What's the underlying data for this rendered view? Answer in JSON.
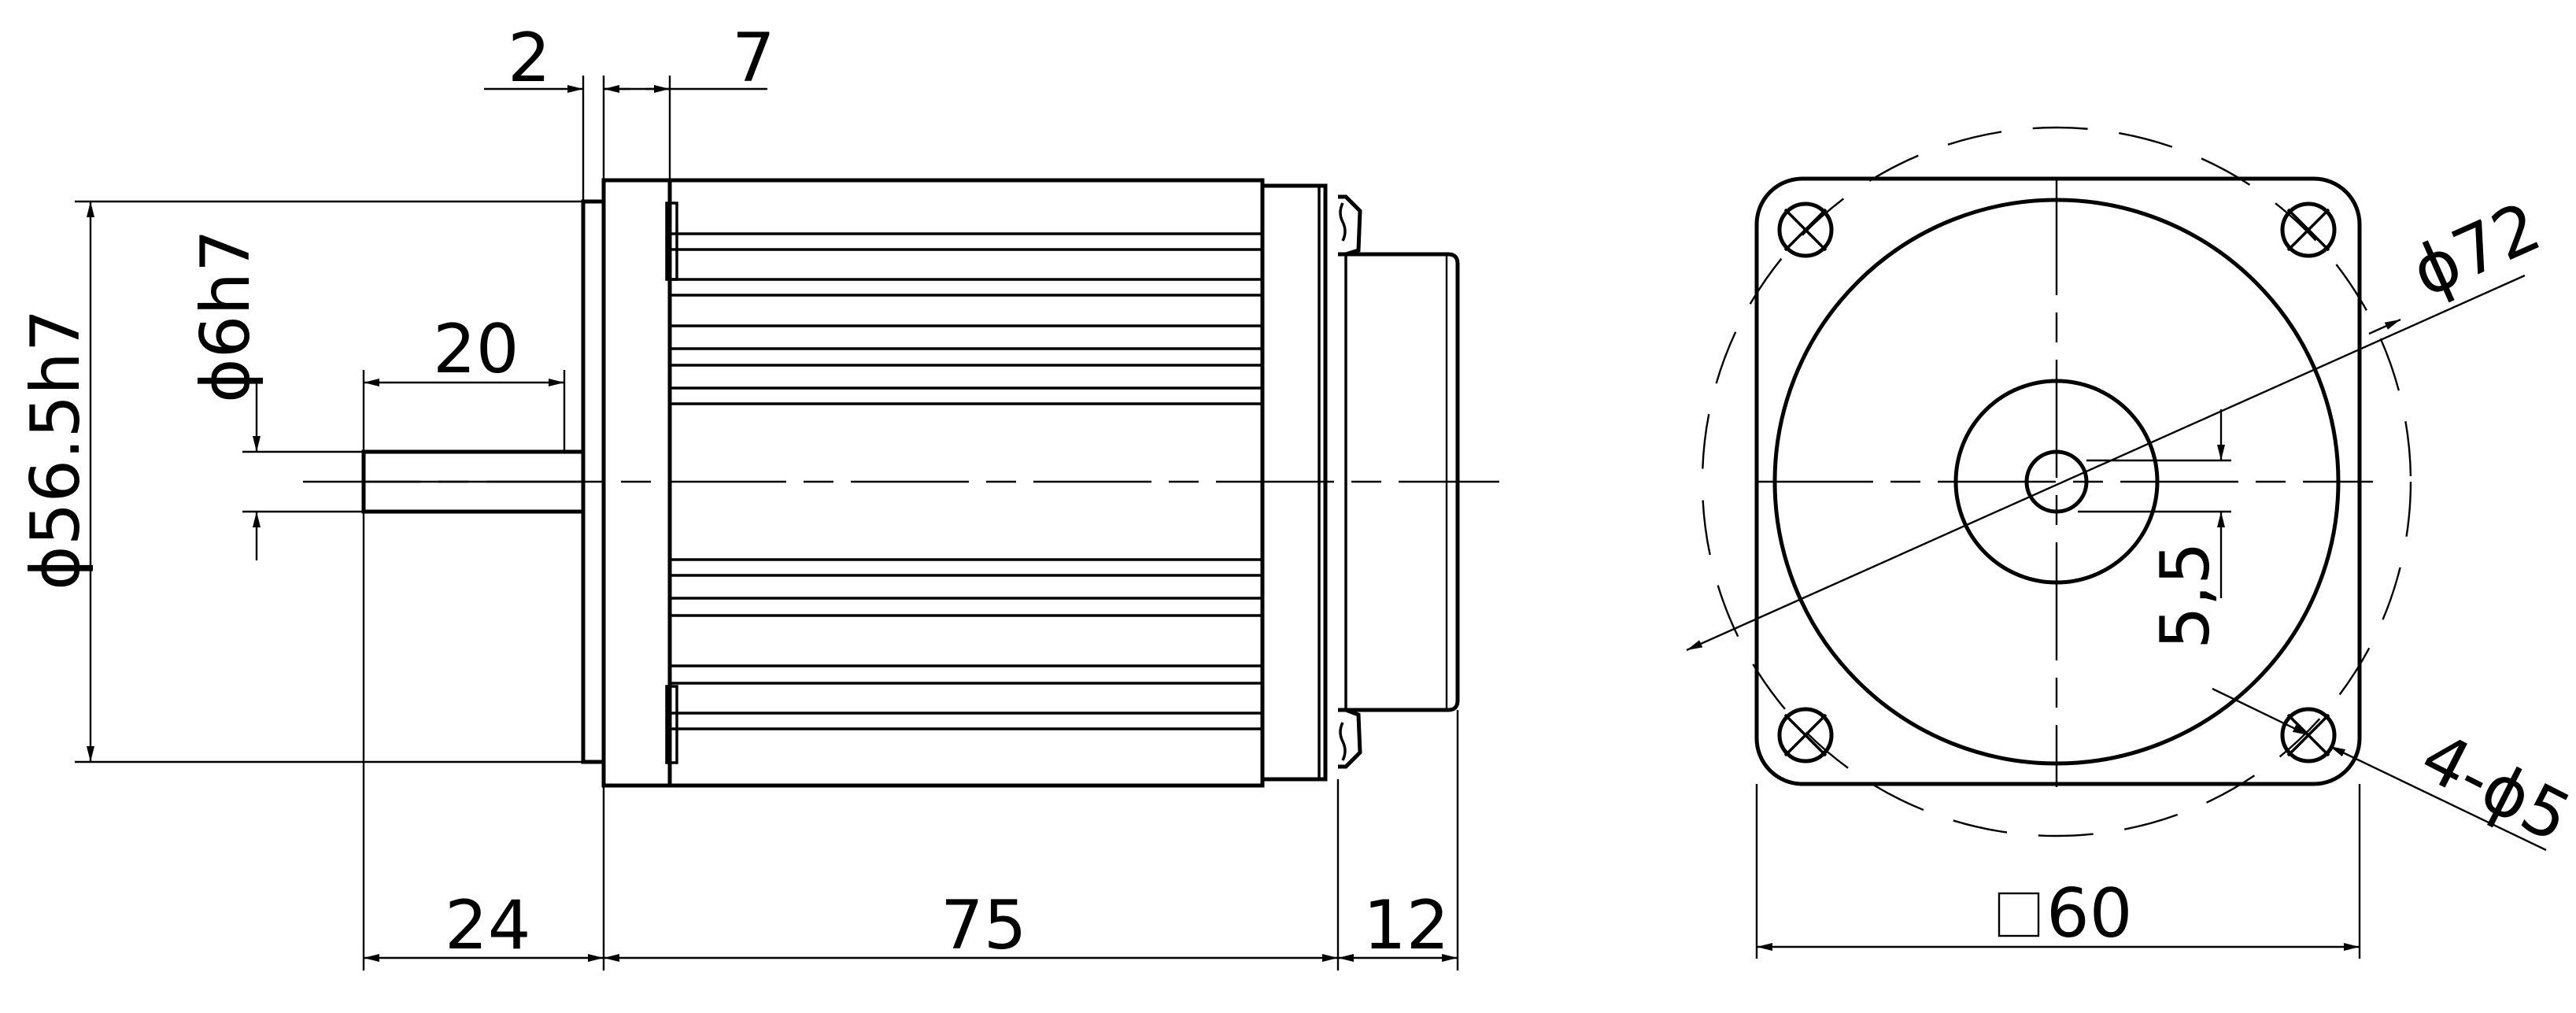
{
  "colors": {
    "ink": "#000000",
    "background": "#ffffff"
  },
  "dimensions": {
    "front_gap": "2",
    "flange_thickness": "7",
    "shaft_flat_length": "20",
    "shaft_diameter": "ϕ6h7",
    "pilot_diameter": "ϕ56.5h7",
    "shaft_length": "24",
    "body_length": "75",
    "rear_cap_length": "12",
    "bolt_circle": "ϕ72",
    "shaft_flat": "5,5",
    "mounting_holes": "4-ϕ5",
    "flange_square": "60"
  }
}
